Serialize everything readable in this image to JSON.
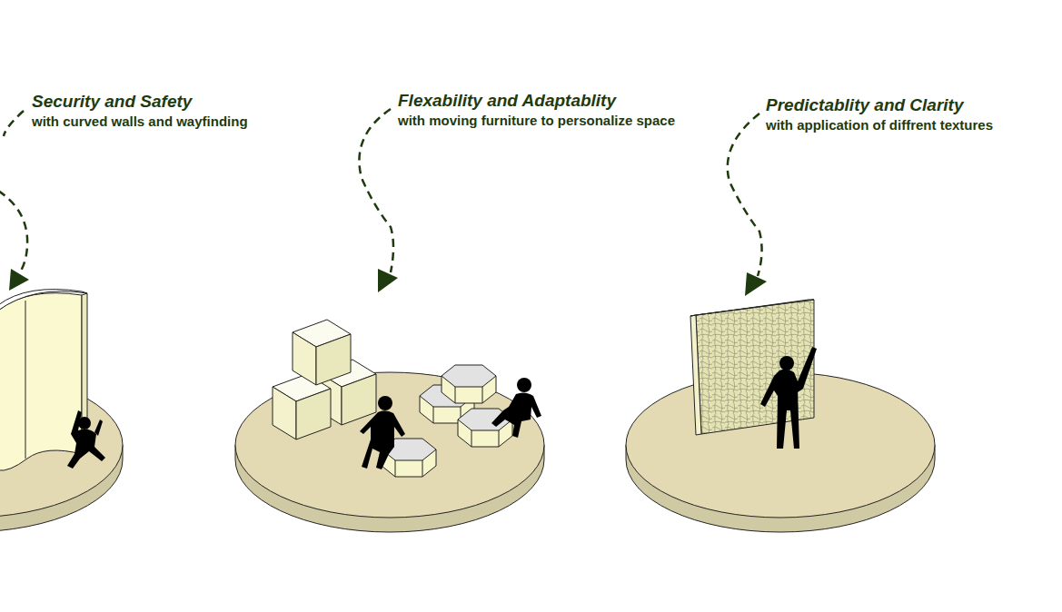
{
  "diagram": {
    "labels": [
      "Security and Safety",
      "with curved walls and wayfinding",
      "Flexability and Adaptablity",
      "with moving furniture to personalize space",
      "Predictablity and Clarity",
      "with application of diffrent textures"
    ]
  }
}
